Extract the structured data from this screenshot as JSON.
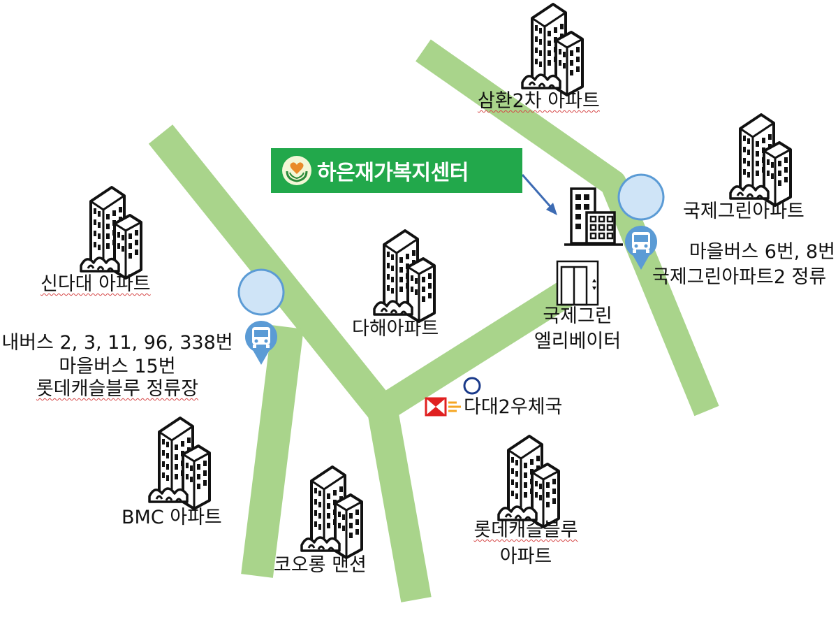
{
  "colors": {
    "road": "#a9d48b",
    "banner_bg": "#22a84b",
    "banner_text": "#ffffff",
    "arrow": "#3d6bb3",
    "bus_pin": "#5b9bd5",
    "post_red": "#e02020",
    "post_circle": "#1a3a8a"
  },
  "center": {
    "name": "하은재가복지센터"
  },
  "labels": {
    "samhwan": "삼환2차 아파트",
    "gukje_green": "국제그린아파트",
    "sindadae": "신다대 아파트",
    "dahae": "다해아파트",
    "gukje_elevator_line1": "국제그린",
    "gukje_elevator_line2": "엘리베이터",
    "post_office": "다대2우체국",
    "bmc": "BMC 아파트",
    "kolon": "코오롱 맨션",
    "lotte_line1": "롯데캐슬블루",
    "lotte_line2": "아파트"
  },
  "bus_stops": {
    "west": {
      "line1": "내버스 2, 3, 11, 96, 338번",
      "line2": "마을버스 15번",
      "line3": "롯데캐슬블루 정류장"
    },
    "east": {
      "line1": "마을버스 6번, 8번",
      "line2": "국제그린아파트2 정류"
    }
  },
  "icons": {
    "apartment": "apartment-building-icon",
    "office": "office-building-icon",
    "elevator": "elevator-icon",
    "bus": "bus-stop-pin-icon",
    "post": "post-office-icon",
    "logo": "care-center-logo-icon"
  }
}
